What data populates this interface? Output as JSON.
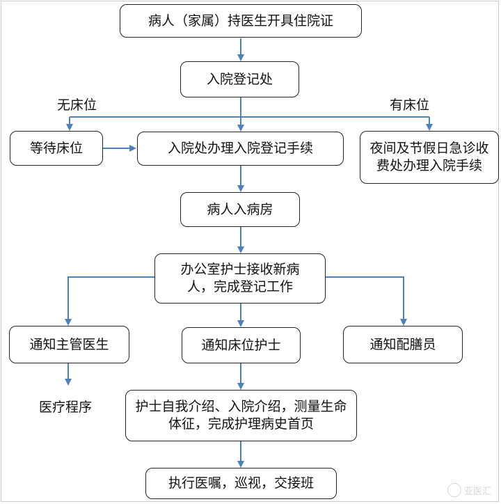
{
  "nodes": {
    "holder": "病人（家属）持医生开具住院证",
    "registration_office": "入院登记处",
    "wait_bed": "等待床位",
    "handle_admission": "入院处办理入院登记手续",
    "night_holiday": "夜间及节假日急诊收费处办理入院手续",
    "enter_ward": "病人入病房",
    "office_nurse": "办公室护士接收新病人，完成登记工作",
    "notify_doctor": "通知主管医生",
    "notify_bed_nurse": "通知床位护士",
    "notify_catering": "通知配膳员",
    "nurse_intro": "护士自我介绍、入院介绍，测量生命体征，完成护理病史首页",
    "execute": "执行医嘱，巡视，交接班"
  },
  "labels": {
    "no_bed": "无床位",
    "has_bed": "有床位",
    "medical_procedure": "医疗程序"
  },
  "colors": {
    "arrow": "#4f81bd",
    "border": "#222222"
  },
  "watermark": "亚医汇"
}
